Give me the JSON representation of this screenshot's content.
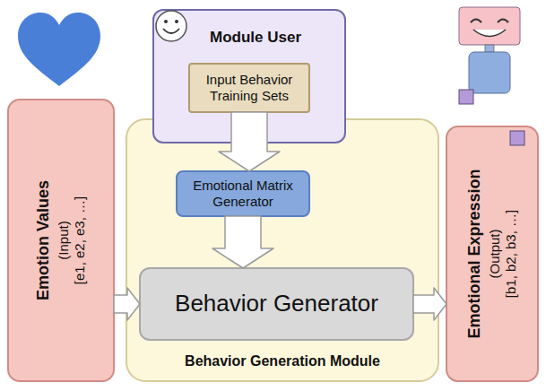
{
  "diagram": {
    "nodes": [
      {
        "text": [
          "Module User"
        ]
      },
      {
        "text": [
          "Input Behavior Training Sets"
        ],
        "in": 0
      },
      {
        "text": [
          "Behavior Generation Module"
        ]
      },
      {
        "text": [
          "Emotional Matrix Generator"
        ],
        "in": 2
      },
      {
        "text": [
          "Behavior Generator"
        ],
        "in": 2
      },
      {
        "text": [
          "Emotion Values",
          "(Input)",
          "[e1, e2, e3, …]"
        ]
      },
      {
        "text": [
          "Emotional Expression",
          "(Output)",
          "[b1, b2, b3, …]"
        ]
      }
    ],
    "edges": [
      {
        "from": 1,
        "to": 3,
        "arrow": "to"
      },
      {
        "from": 3,
        "to": 4,
        "arrow": "to"
      },
      {
        "from": 5,
        "to": 4,
        "arrow": "to"
      },
      {
        "from": 4,
        "to": 6,
        "arrow": "to"
      }
    ]
  }
}
